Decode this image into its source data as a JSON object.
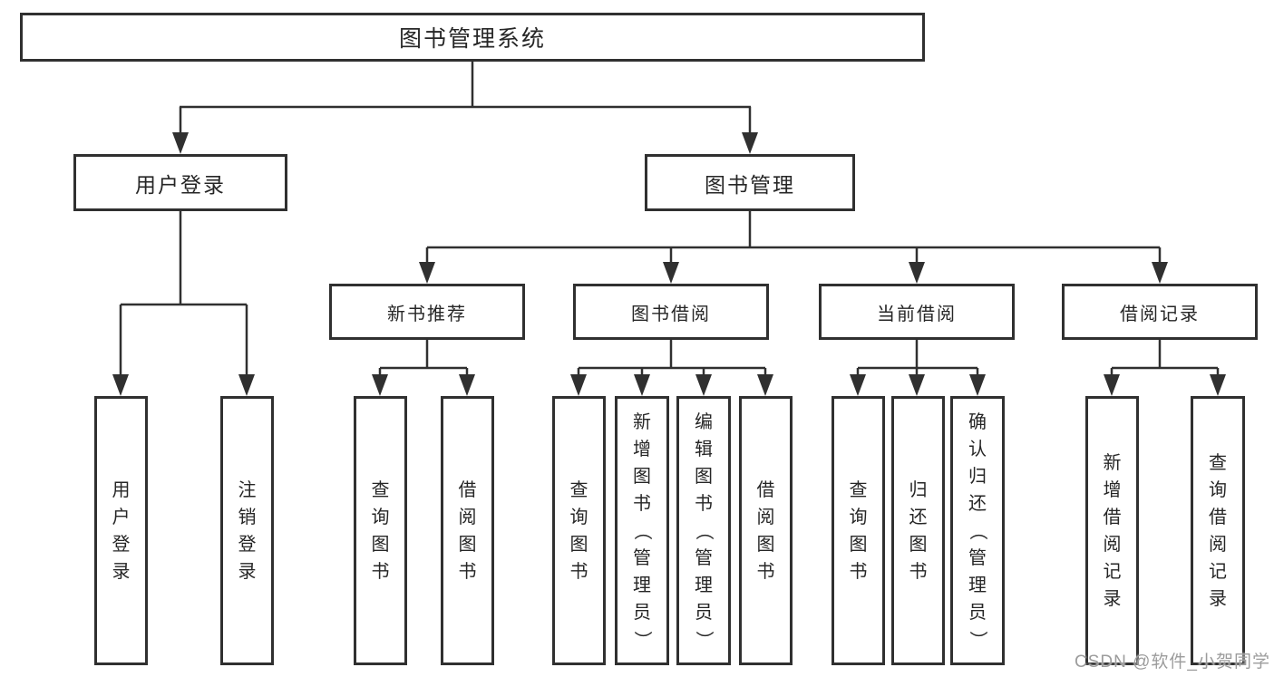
{
  "diagram": {
    "title": "图书管理系统",
    "root": {
      "label": "图书管理系统"
    },
    "level2": [
      {
        "label": "用户登录"
      },
      {
        "label": "图书管理"
      }
    ],
    "level3": [
      {
        "label": "新书推荐"
      },
      {
        "label": "图书借阅"
      },
      {
        "label": "当前借阅"
      },
      {
        "label": "借阅记录"
      }
    ],
    "leaves": [
      {
        "label": "用户登录",
        "parent": "用户登录"
      },
      {
        "label": "注销登录",
        "parent": "用户登录"
      },
      {
        "label": "查询图书",
        "parent": "新书推荐"
      },
      {
        "label": "借阅图书",
        "parent": "新书推荐"
      },
      {
        "label": "查询图书",
        "parent": "图书借阅"
      },
      {
        "label": "新增图书（管理员）",
        "parent": "图书借阅"
      },
      {
        "label": "编辑图书（管理员）",
        "parent": "图书借阅"
      },
      {
        "label": "借阅图书",
        "parent": "图书借阅"
      },
      {
        "label": "查询图书",
        "parent": "当前借阅"
      },
      {
        "label": "归还图书",
        "parent": "当前借阅"
      },
      {
        "label": "确认归还（管理员）",
        "parent": "当前借阅"
      },
      {
        "label": "新增借阅记录",
        "parent": "借阅记录"
      },
      {
        "label": "查询借阅记录",
        "parent": "借阅记录"
      }
    ],
    "colors": {
      "line": "#303030",
      "border": "#303030",
      "text": "#262626",
      "background": "#ffffff",
      "watermark": "#9c9c9c"
    }
  },
  "watermark": {
    "text": "CSDN @软件_小贺同学"
  }
}
